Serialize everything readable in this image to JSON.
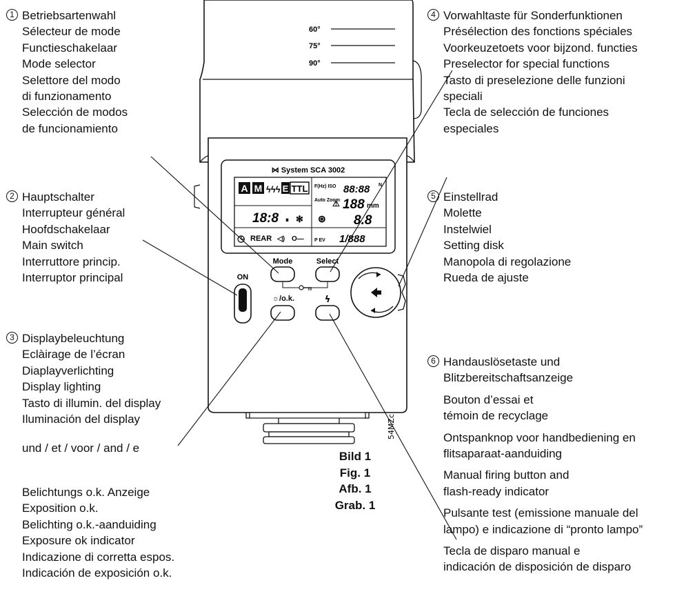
{
  "callouts": [
    {
      "number": "1",
      "lines": [
        "Betriebsartenwahl",
        "Sélecteur de mode",
        "Functieschakelaar",
        "Mode selector",
        "Selettore del modo",
        "di funzionamento",
        "Selección de modos",
        "de funcionamiento"
      ]
    },
    {
      "number": "2",
      "lines": [
        "Hauptschalter",
        "Interrupteur général",
        "Hoofdschakelaar",
        "Main switch",
        "Interruttore princip.",
        "Interruptor principal"
      ]
    },
    {
      "number": "3",
      "lines": [
        "Displaybeleuchtung",
        "Eclàirage de l’écran",
        "Diaplayverlichting",
        "Display lighting",
        "Tasto di illumin. del display",
        "Iluminación del display"
      ]
    },
    {
      "number": "4",
      "lines": [
        "Vorwahltaste für Sonderfunktionen",
        "Présélection des fonctions spéciales",
        "Voorkeuzetoets voor bijzond. functies",
        "Preselector for special functions",
        "Tasto di preselezione delle funzioni",
        "speciali",
        "Tecla de selección de funciones",
        "especiales"
      ]
    },
    {
      "number": "5",
      "lines": [
        "Einstellrad",
        "Molette",
        "Instelwiel",
        "Setting disk",
        "Manopola di regolazione",
        "Rueda de ajuste"
      ]
    },
    {
      "number": "6",
      "lines": [
        "Handauslösetaste und",
        "Blitzbereitschaftsanzeige"
      ],
      "groups": [
        [
          "Bouton d’essai et",
          "témoin de recyclage"
        ],
        [
          "Ontspanknop voor handbediening en",
          "flitsaparaat-aanduiding"
        ],
        [
          "Manual firing button and",
          "flash-ready indicator"
        ],
        [
          "Pulsante test (emissione manuale del",
          "lampo) e indicazione di “pronto lampo”"
        ],
        [
          "Tecla de disparo manual e",
          "indicación de disposición de disparo"
        ]
      ]
    }
  ],
  "conjunction": "und / et / voor / and / e",
  "exposure_ok": [
    "Belichtungs o.k. Anzeige",
    "Exposition o.k.",
    "Belichting o.k.-aanduiding",
    "Exposure ok indicator",
    "Indicazione di corretta espos.",
    "Indicación de exposición o.k."
  ],
  "figure_label": [
    "Bild 1",
    "Fig. 1",
    "Afb. 1",
    "Grab. 1"
  ],
  "device": {
    "brand": "⋈ System SCA 3002",
    "angles": [
      "60°",
      "75°",
      "90°"
    ],
    "buttons": {
      "on": "ON",
      "mode": "Mode",
      "select": "Select",
      "light": "☼/o.k.",
      "flash": "ϟ"
    },
    "serial": "54MZc",
    "lcd": {
      "modes": [
        "A",
        "M",
        "ϟϟϟ",
        "E",
        "TTL"
      ],
      "digits_top": "88:88",
      "n_label": "N",
      "auto_zoom": "Auto Zoom",
      "zoom_digits": "188",
      "mm": "mm",
      "aperture": "8.8",
      "lens_sym": "⊛",
      "exp_digits": "18:8",
      "rear": "REAR",
      "ev_digits": "1/888",
      "key_sym": "O—",
      "clock_sym": "◷",
      "speaker_sym": "◁)",
      "iso_label": "F(Hz) ISO",
      "pev_label": "P EV",
      "warn_sym": "⚠"
    }
  }
}
